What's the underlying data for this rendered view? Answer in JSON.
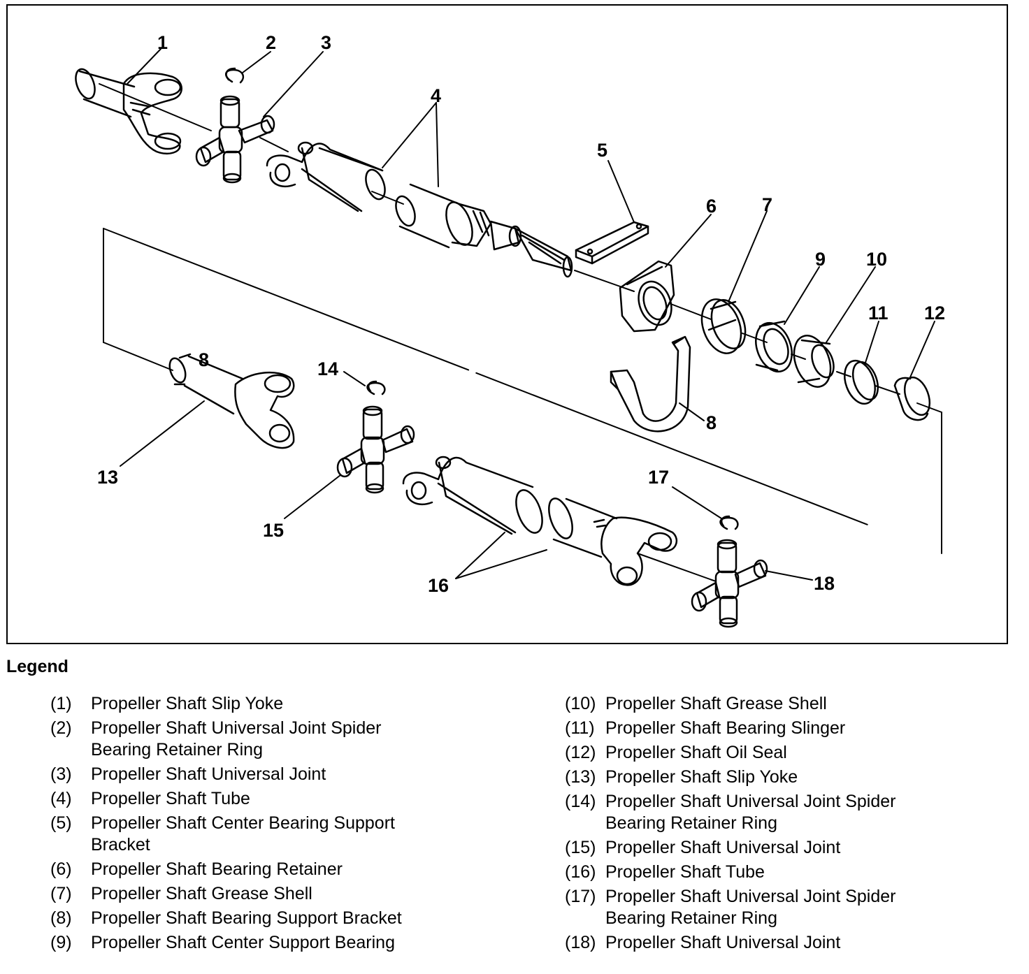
{
  "callouts": [
    "1",
    "2",
    "3",
    "4",
    "5",
    "6",
    "7",
    "8",
    "9",
    "10",
    "11",
    "12",
    "13",
    "14",
    "15",
    "16",
    "17",
    "18"
  ],
  "legend": {
    "title": "Legend",
    "left": [
      {
        "num": "(1)",
        "text": "Propeller Shaft Slip Yoke"
      },
      {
        "num": "(2)",
        "text": "Propeller Shaft Universal Joint Spider Bearing Retainer Ring"
      },
      {
        "num": "(3)",
        "text": "Propeller Shaft Universal Joint"
      },
      {
        "num": "(4)",
        "text": "Propeller Shaft Tube"
      },
      {
        "num": "(5)",
        "text": "Propeller Shaft Center Bearing Support Bracket"
      },
      {
        "num": "(6)",
        "text": "Propeller Shaft Bearing Retainer"
      },
      {
        "num": "(7)",
        "text": "Propeller Shaft Grease Shell"
      },
      {
        "num": "(8)",
        "text": "Propeller Shaft Bearing Support Bracket"
      },
      {
        "num": "(9)",
        "text": "Propeller Shaft Center Support Bearing"
      }
    ],
    "right": [
      {
        "num": "(10)",
        "text": "Propeller Shaft Grease Shell"
      },
      {
        "num": "(11)",
        "text": "Propeller Shaft Bearing Slinger"
      },
      {
        "num": "(12)",
        "text": "Propeller Shaft Oil Seal"
      },
      {
        "num": "(13)",
        "text": "Propeller Shaft Slip Yoke"
      },
      {
        "num": "(14)",
        "text": "Propeller Shaft Universal Joint Spider Bearing Retainer Ring"
      },
      {
        "num": "(15)",
        "text": "Propeller Shaft Universal Joint"
      },
      {
        "num": "(16)",
        "text": "Propeller Shaft Tube"
      },
      {
        "num": "(17)",
        "text": "Propeller Shaft Universal Joint Spider Bearing Retainer Ring"
      },
      {
        "num": "(18)",
        "text": "Propeller Shaft Universal Joint"
      }
    ]
  }
}
